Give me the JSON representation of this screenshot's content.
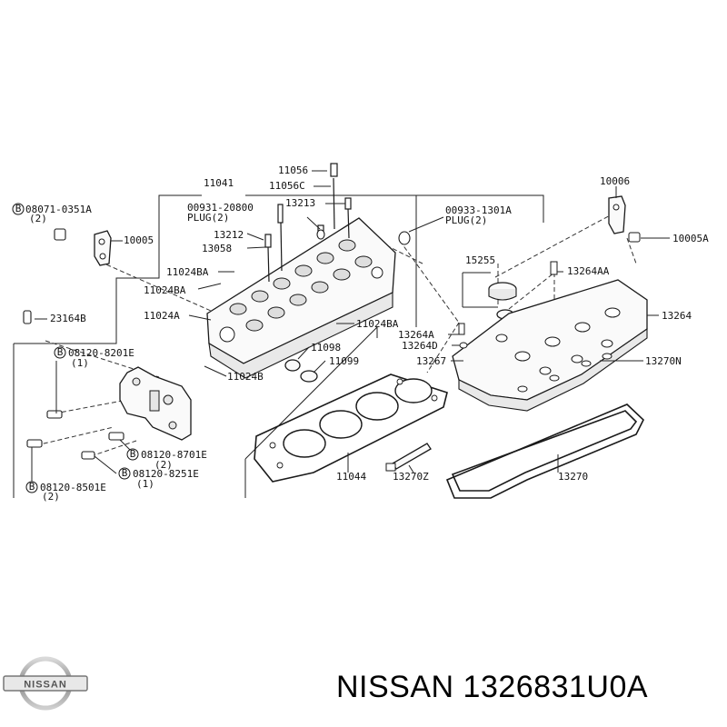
{
  "diagram": {
    "labels": {
      "p11056": "11056",
      "p11056c": "11056C",
      "p11041": "11041",
      "p13213": "13213",
      "p00931": "00931-20800",
      "p00931plug": "PLUG(2)",
      "p00933": "00933-1301A",
      "p00933plug": "PLUG(2)",
      "p08071": "08071-0351A",
      "p08071qty": "(2)",
      "p10005": "10005",
      "p13212": "13212",
      "p13058": "13058",
      "p10006": "10006",
      "p10005a": "10005A",
      "p15255": "15255",
      "p13264aa": "13264AA",
      "p11024ba1": "11024BA",
      "p11024ba2": "11024BA",
      "p11024a": "11024A",
      "p11024ba3": "11024BA",
      "p23164b": "23164B",
      "p13264": "13264",
      "p13264a": "13264A",
      "p13264d": "13264D",
      "p11098": "11098",
      "p11099": "11099",
      "p13267": "13267",
      "p13270n": "13270N",
      "p08120_8201": "08120-8201E",
      "p08120_8201qty": "(1)",
      "p11024b": "11024B",
      "p08120_8701": "08120-8701E",
      "p08120_8701qty": "(2)",
      "p11044": "11044",
      "p13270z": "13270Z",
      "p13270": "13270",
      "p08120_8251": "08120-8251E",
      "p08120_8251qty": "(1)",
      "p08120_8501": "08120-8501E",
      "p08120_8501qty": "(2)",
      "circled_b": "B"
    }
  },
  "brand": {
    "logo_text": "NISSAN",
    "part_text": "NISSAN 1326831U0A"
  }
}
